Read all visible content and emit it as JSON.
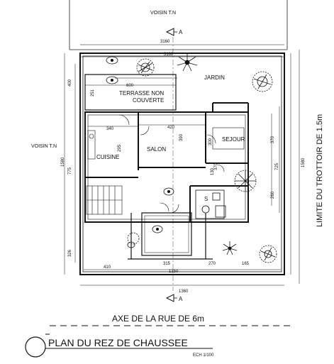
{
  "neighbors": {
    "top": "VOISIN T.N",
    "left": "VOISIN T.N"
  },
  "section_mark": "A",
  "rooms": {
    "garden": "JARDIN",
    "terrace_line1": "TERRASSE NON",
    "terrace_line2": "COUVERTE",
    "living": "SALON",
    "stay": "SEJOUR",
    "kitchen": "CUISINE",
    "sdb": "S"
  },
  "side_text": "LIMITE DU TROTTOIR DE 1.5m",
  "bottom_text": "AXE DE LA RUE DE 6m",
  "plan_title": "PLAN DU REZ DE CHAUSSEE",
  "scale": "ECH 1/100",
  "dimensions": {
    "top_outer": "3160",
    "top_inner": "3160",
    "bottom_outer": "1360",
    "bottom_inner": "1350",
    "left_outer": "1580",
    "right_outer": "1580",
    "d600": "600",
    "d251": "251",
    "d400": "400",
    "d775": "775",
    "d326": "326",
    "d340": "340",
    "d420": "420",
    "d390": "390",
    "d370a": "370",
    "d370b": "370",
    "d725": "725",
    "d260": "260",
    "d295": "295",
    "d300": "300",
    "d130": "130",
    "d315": "315",
    "d270": "270",
    "d410": "410",
    "d165": "165"
  }
}
